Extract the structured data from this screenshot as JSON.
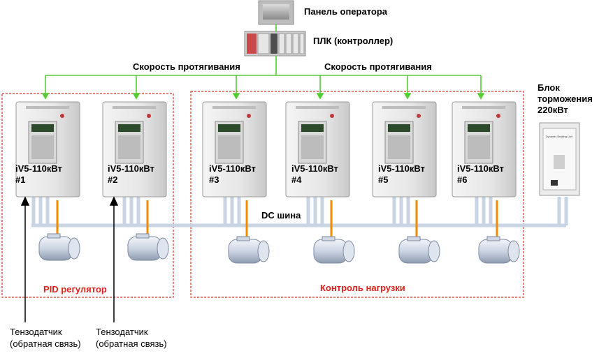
{
  "operator_panel": {
    "label": "Панель оператора"
  },
  "plc": {
    "label": "ПЛК (контроллер)"
  },
  "speed_label_left": "Скорость протягивания",
  "speed_label_right": "Скорость протягивания",
  "dc_bus_label": "DC шина",
  "groups": {
    "pid": {
      "label": "PID регулятор"
    },
    "load": {
      "label": "Контроль нагрузки"
    }
  },
  "inverters": [
    {
      "model": "iV5-110кВт",
      "number": "#1"
    },
    {
      "model": "iV5-110кВт",
      "number": "#2"
    },
    {
      "model": "iV5-110кВт",
      "number": "#3"
    },
    {
      "model": "iV5-110кВт",
      "number": "#4"
    },
    {
      "model": "iV5-110кВт",
      "number": "#5"
    },
    {
      "model": "iV5-110кВт",
      "number": "#6"
    }
  ],
  "braking_unit": {
    "line1": "Блок",
    "line2": "торможения",
    "line3": "220кВт",
    "panel_text": "Dynamic Braking Unit"
  },
  "sensors": [
    {
      "line1": "Тензодатчик",
      "line2": "(обратная связь)"
    },
    {
      "line1": "Тензодатчик",
      "line2": "(обратная связь)"
    }
  ],
  "colors": {
    "signal_line": "#55cc33",
    "dc_bus": "#c8d3e3",
    "motor_cable": "#f08c00",
    "group_border": "#d9332a",
    "group_label": "#e0201a"
  }
}
